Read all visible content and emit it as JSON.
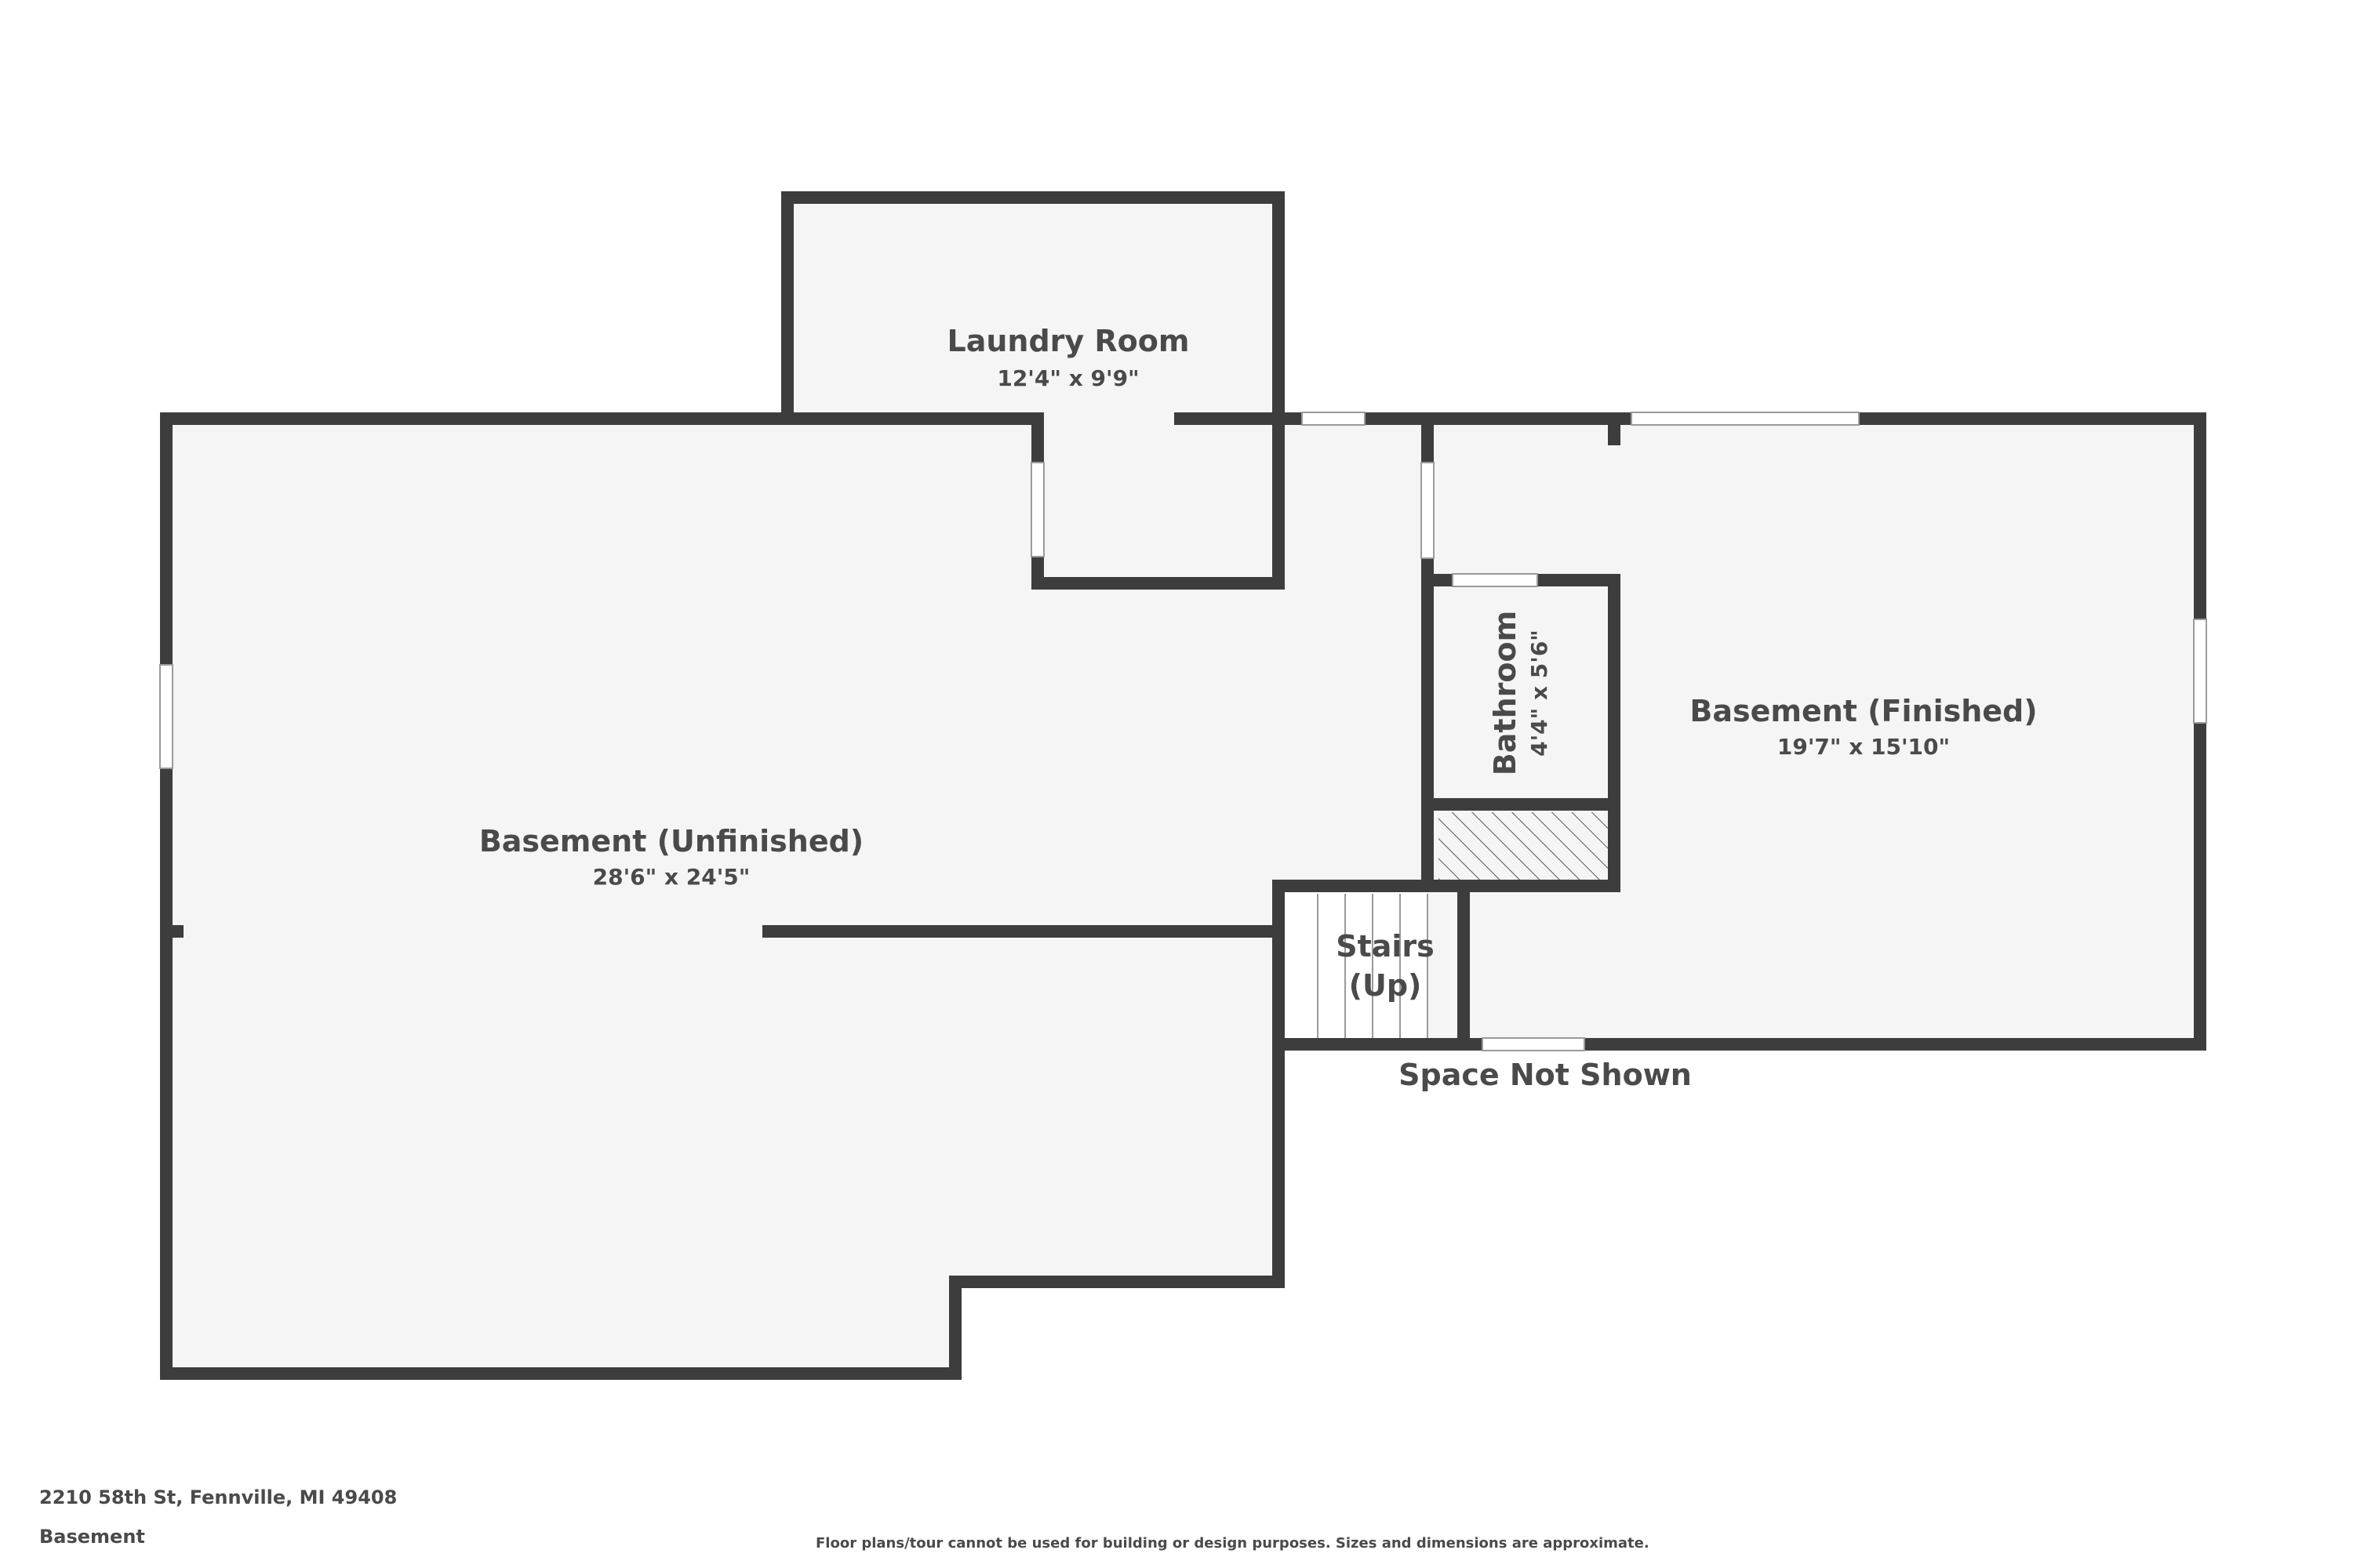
{
  "rooms": {
    "laundry": {
      "name": "Laundry Room",
      "dims": "12'4\" x 9'9\""
    },
    "unfinished": {
      "name": "Basement (Unfinished)",
      "dims": "28'6\" x 24'5\""
    },
    "finished": {
      "name": "Basement (Finished)",
      "dims": "19'7\" x 15'10\""
    },
    "bathroom": {
      "name": "Bathroom",
      "dims": "4'4\" x 5'6\""
    },
    "stairs": {
      "line1": "Stairs",
      "line2": "(Up)"
    }
  },
  "labels": {
    "space_not_shown": "Space Not Shown"
  },
  "footer": {
    "address": "2210 58th St, Fennville, MI 49408",
    "level": "Basement",
    "disclaimer": "Floor plans/tour cannot be used for building or design purposes. Sizes and dimensions are approximate."
  },
  "colors": {
    "wall": "#3d3d3d",
    "floor": "#f5f5f5",
    "text": "#4a4a4a"
  }
}
